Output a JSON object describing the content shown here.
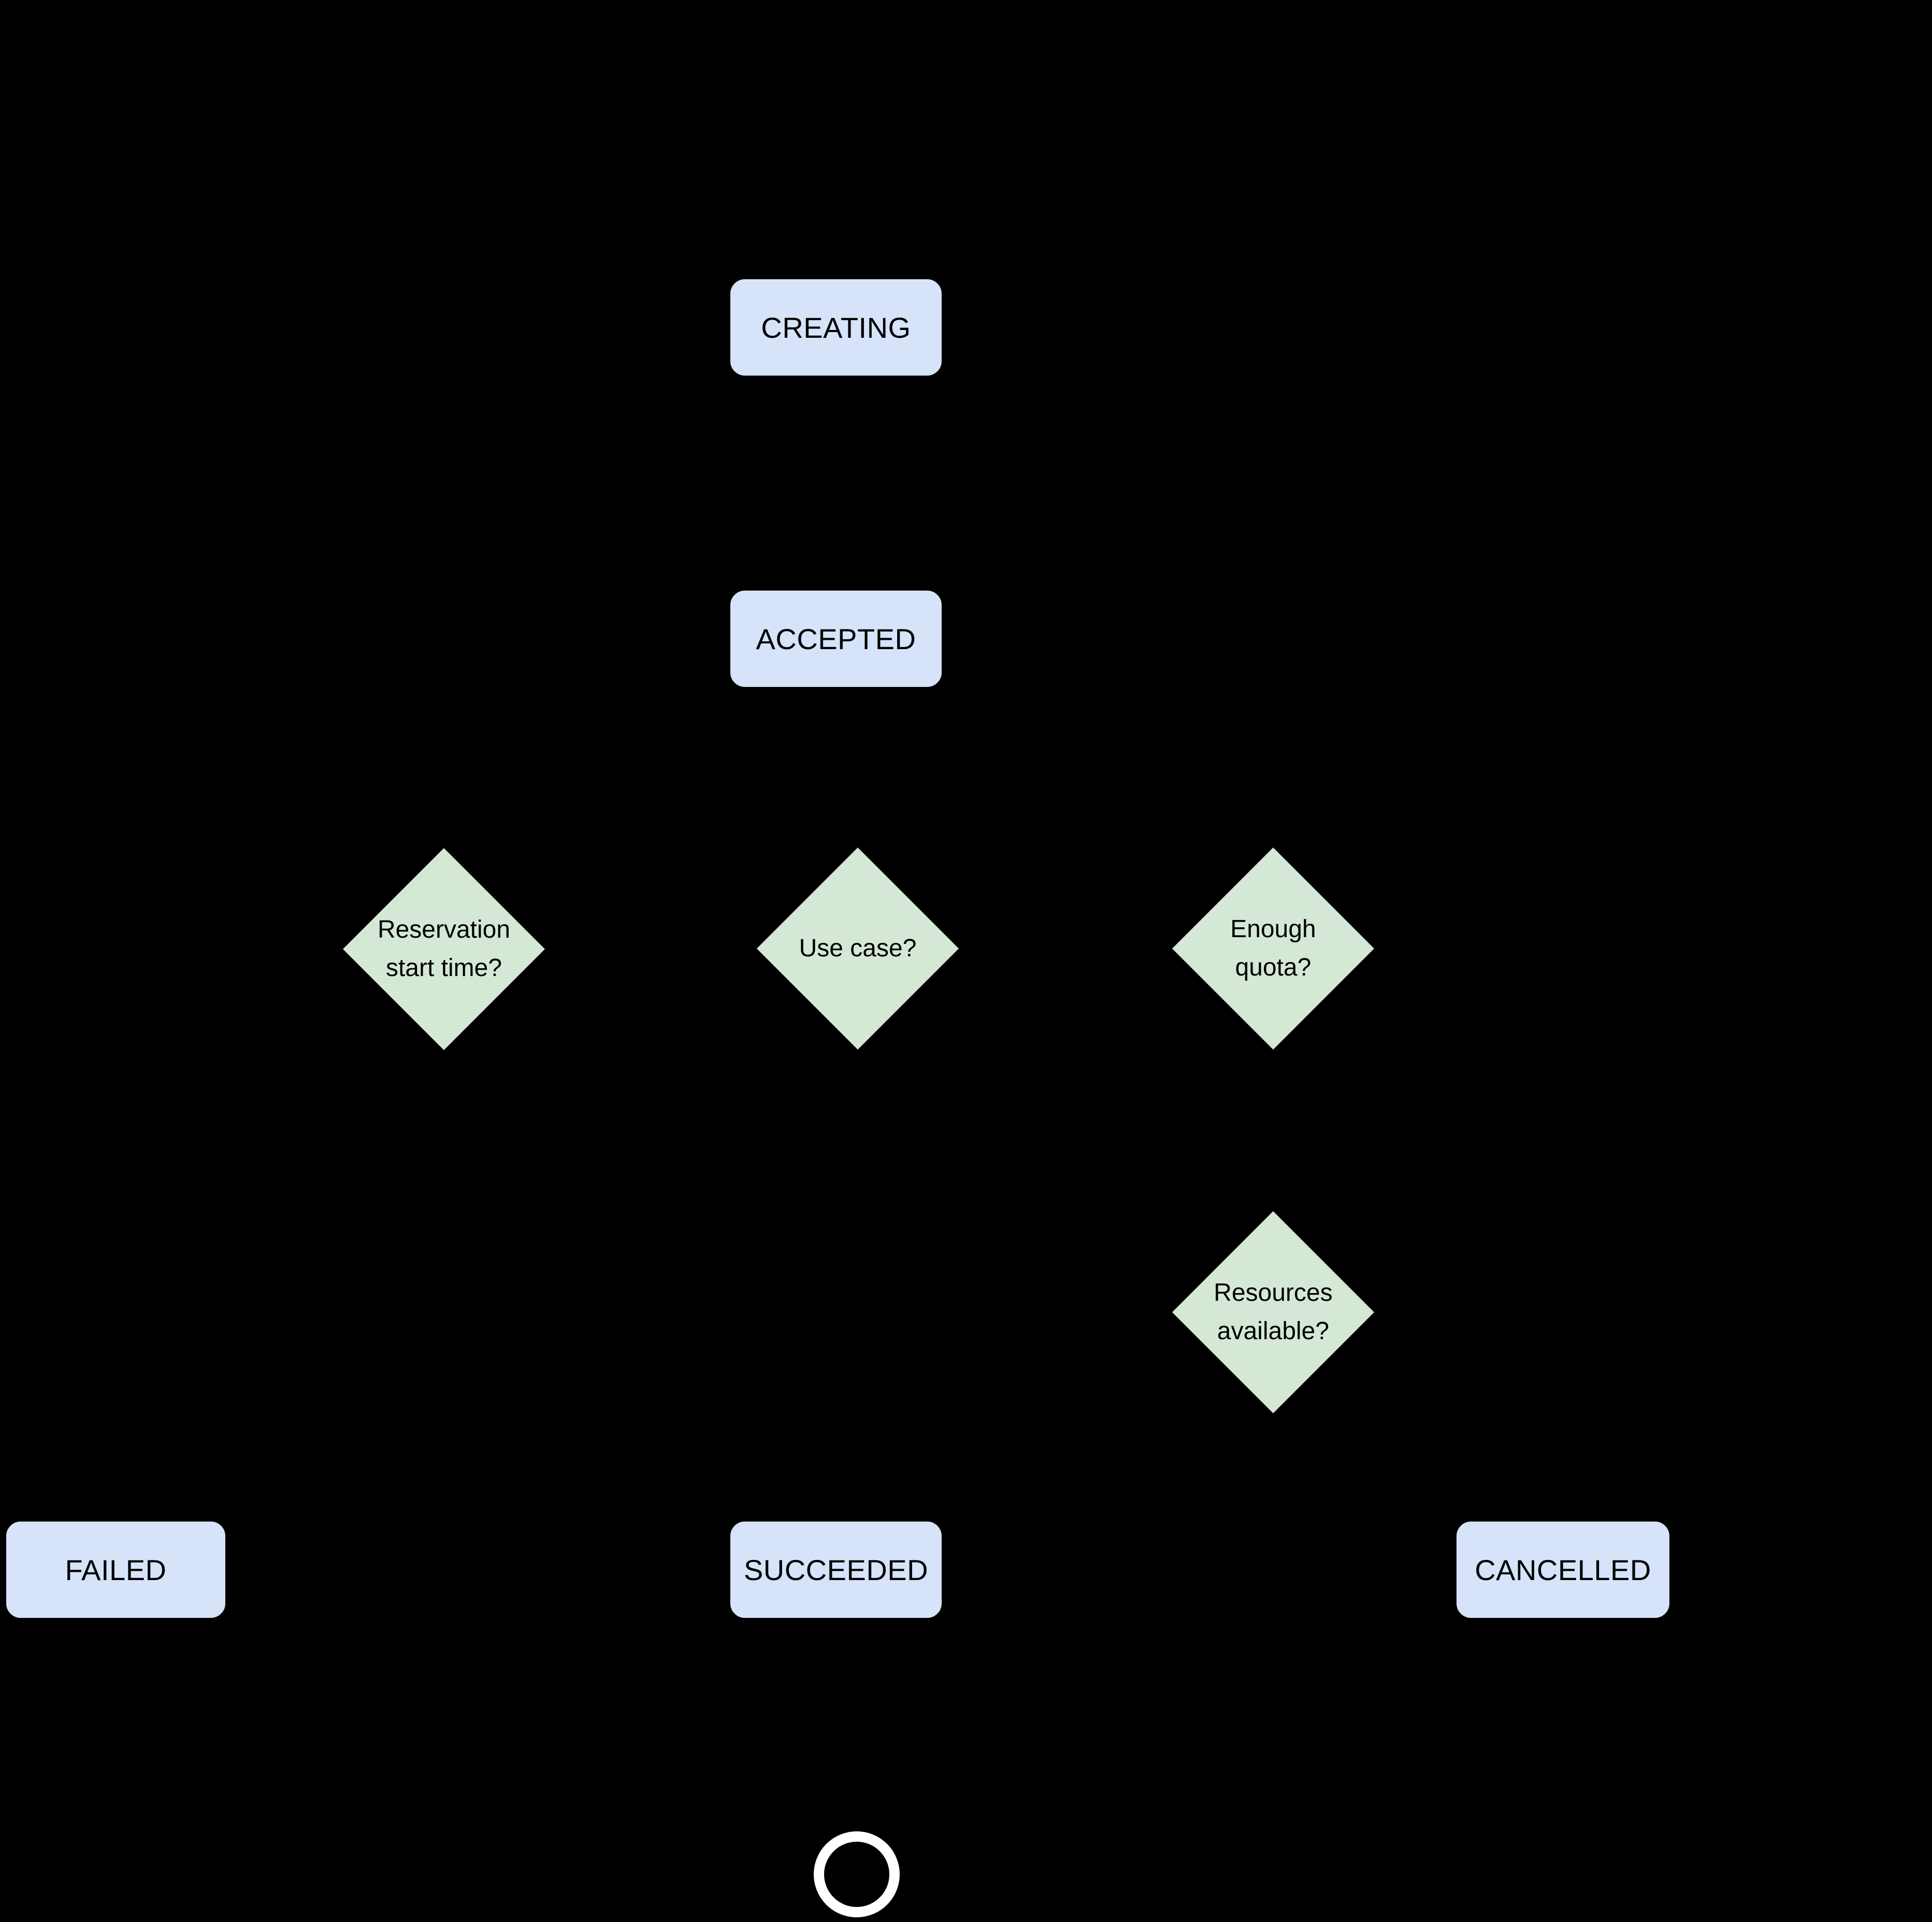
{
  "diagram": {
    "type": "state-flowchart",
    "background_color": "#000000",
    "colors": {
      "state_box_fill": "#d6e3f9",
      "decision_diamond_fill": "#d4e8d5",
      "label_text": "#000000",
      "end_ring": "#ffffff"
    },
    "state_boxes": [
      {
        "id": "creating",
        "label": "CREATING"
      },
      {
        "id": "accepted",
        "label": "ACCEPTED"
      },
      {
        "id": "failed",
        "label": "FAILED"
      },
      {
        "id": "succeeded",
        "label": "SUCCEEDED"
      },
      {
        "id": "cancelled",
        "label": "CANCELLED"
      }
    ],
    "decisions": [
      {
        "id": "reservation-start-time",
        "line1": "Reservation",
        "line2": "start time?"
      },
      {
        "id": "use-case",
        "line1": "Use case?",
        "line2": ""
      },
      {
        "id": "enough-quota",
        "line1": "Enough",
        "line2": "quota?"
      },
      {
        "id": "resources-available",
        "line1": "Resources",
        "line2": "available?"
      }
    ],
    "end_node": {
      "shape": "circle-outline"
    }
  }
}
